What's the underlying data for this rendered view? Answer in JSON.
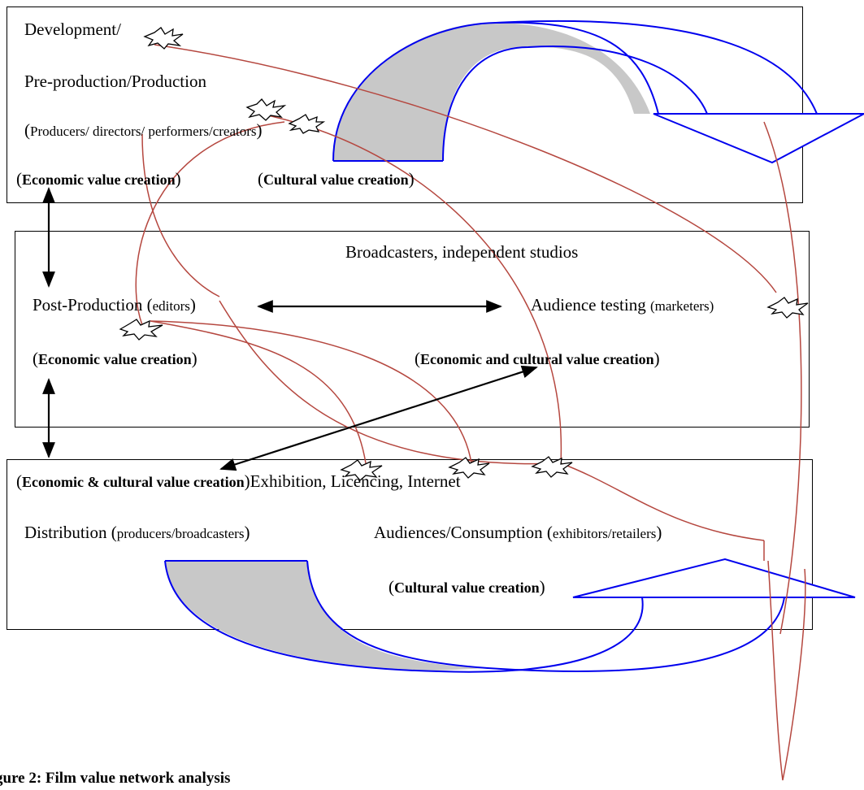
{
  "top": {
    "line1": "Development/",
    "line2": "Pre-production/Production",
    "line3_open": "(",
    "line3_roles": "Producers/ directors/ performers/creators",
    "line3_close": ")",
    "econ_open": "(",
    "econ_label": "Economic value creation",
    "econ_close": ")",
    "cult_open": "(",
    "cult_label": "Cultural value creation",
    "cult_close": ")"
  },
  "middle": {
    "broadcasters": "Broadcasters, independent studios",
    "post_prod": "Post-Production (",
    "post_roles": "editors",
    "post_close": ")",
    "audience_testing": "Audience testing ",
    "audience_roles": "(marketers)",
    "econ_open": "(",
    "econ_label": "Economic value creation",
    "econ_close": ")",
    "econcult_open": "(",
    "econcult_label": "Economic and cultural value creation",
    "econcult_close": ")"
  },
  "bottom": {
    "ec_open": "(",
    "ec_label": "Economic & cultural value creation",
    "ec_close": ")",
    "exhibition": "Exhibition, Licencing, Internet",
    "distribution": "Distribution (",
    "distribution_roles": "producers/broadcasters",
    "distribution_close": ")",
    "audiences": "Audiences/Consumption (",
    "audiences_roles": "exhibitors/retailers",
    "audiences_close": ")",
    "cult_open": "(",
    "cult_label": "Cultural value creation",
    "cult_close": ")"
  },
  "caption": "gure 2: Film value network analysis",
  "colors": {
    "cycle_arrow": "#0000ee",
    "cycle_fill": "#c8c8c8",
    "network_line": "#b5473f",
    "link_arrow": "#000000"
  }
}
